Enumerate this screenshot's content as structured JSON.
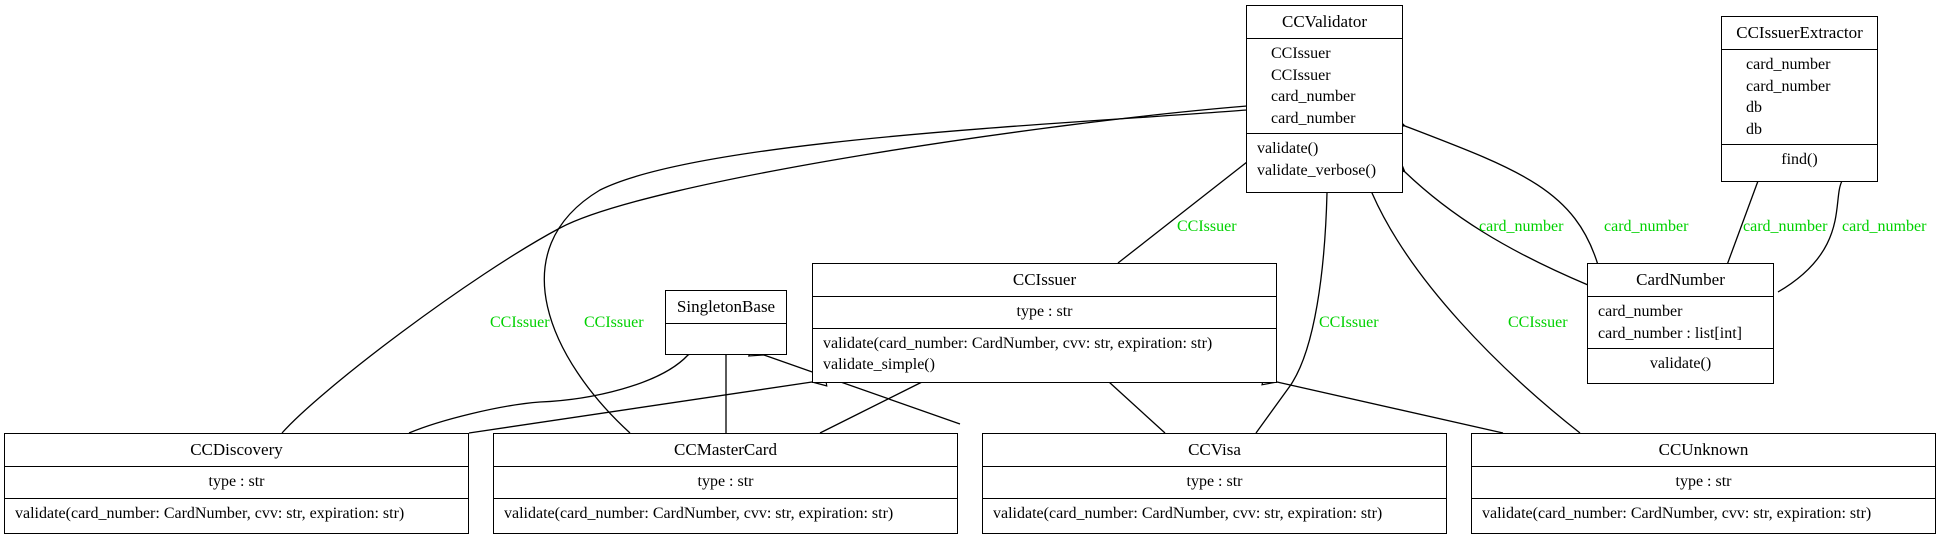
{
  "classes": {
    "ccvalidator": {
      "name": "CCValidator",
      "attributes": [
        "CCIssuer",
        "CCIssuer",
        "card_number",
        "card_number"
      ],
      "methods": [
        "validate()",
        "validate_verbose()"
      ]
    },
    "ccissuerextractor": {
      "name": "CCIssuerExtractor",
      "attributes": [
        "card_number",
        "card_number",
        "db",
        "db"
      ],
      "methods": [
        "find()"
      ]
    },
    "singletonbase": {
      "name": "SingletonBase",
      "attributes": [],
      "methods": []
    },
    "ccissuer": {
      "name": "CCIssuer",
      "attributes": [
        "type : str"
      ],
      "methods": [
        "validate(card_number: CardNumber, cvv: str, expiration: str)",
        "validate_simple()"
      ]
    },
    "cardnumber": {
      "name": "CardNumber",
      "attributes": [
        "card_number",
        "card_number : list[int]"
      ],
      "methods": [
        "validate()"
      ]
    },
    "ccdiscovery": {
      "name": "CCDiscovery",
      "attributes": [
        "type : str"
      ],
      "methods": [
        "validate(card_number: CardNumber, cvv: str, expiration: str)"
      ]
    },
    "ccmastercard": {
      "name": "CCMasterCard",
      "attributes": [
        "type : str"
      ],
      "methods": [
        "validate(card_number: CardNumber, cvv: str, expiration: str)"
      ]
    },
    "ccvisa": {
      "name": "CCVisa",
      "attributes": [
        "type : str"
      ],
      "methods": [
        "validate(card_number: CardNumber, cvv: str, expiration: str)"
      ]
    },
    "ccunknown": {
      "name": "CCUnknown",
      "attributes": [
        "type : str"
      ],
      "methods": [
        "validate(card_number: CardNumber, cvv: str, expiration: str)"
      ]
    }
  },
  "edge_labels": {
    "discovery_issuer": "CCIssuer",
    "mastercard_issuer": "CCIssuer",
    "ccissuer_issuer": "CCIssuer",
    "visa_issuer": "CCIssuer",
    "unknown_issuer": "CCIssuer",
    "cardnumber_validator_1": "card_number",
    "cardnumber_validator_2": "card_number",
    "cardnumber_extractor_1": "card_number",
    "cardnumber_extractor_2": "card_number"
  },
  "colors": {
    "edge_label": "#00d100",
    "line": "#000000"
  }
}
